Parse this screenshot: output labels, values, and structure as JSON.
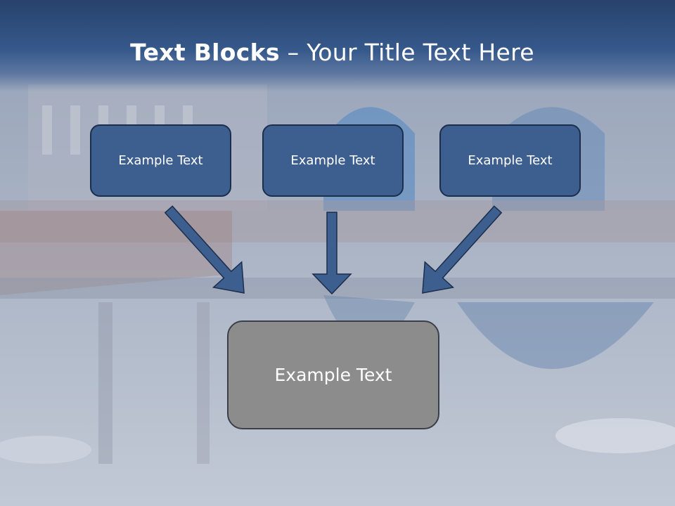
{
  "slide": {
    "title_bold": "Text Blocks",
    "title_sep": "–",
    "title_rest": "Your Title Text Here",
    "boxes": [
      {
        "label": "Example Text"
      },
      {
        "label": "Example Text"
      },
      {
        "label": "Example Text"
      }
    ],
    "center_box": {
      "label": "Example Text"
    }
  },
  "colors": {
    "title_bar": "#2f4f7f",
    "box_fill": "#3d5f8f",
    "center_fill": "#8c8c8c",
    "arrow": "#3d5f8f"
  }
}
